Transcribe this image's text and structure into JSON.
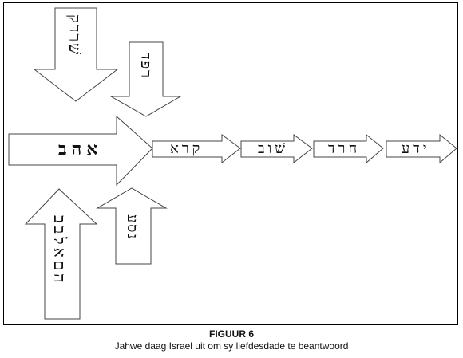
{
  "figure": {
    "title": "FIGUUR 6",
    "caption": "Jahwe daag Israel uit om sy liefdesdade te beantwoord"
  },
  "arrows": {
    "top_left": "שׁרדק",
    "top_right": "רפד",
    "main": "אהב",
    "bottom_right": "נסע",
    "bottom_left": "הםאלבב",
    "chain": [
      "קרא",
      "שׁוב",
      "חרד",
      "ידע"
    ]
  }
}
